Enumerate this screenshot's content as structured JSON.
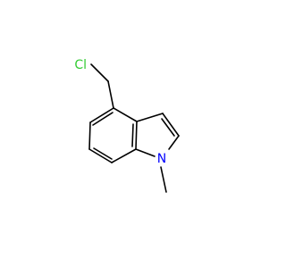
{
  "atoms": [
    {
      "id": "cl",
      "symbol": "Cl",
      "color": "#33cc33"
    },
    {
      "id": "n1",
      "symbol": "N",
      "color": "#0000ff"
    }
  ],
  "colors": {
    "bond": "#000000",
    "background": "#ffffff"
  }
}
